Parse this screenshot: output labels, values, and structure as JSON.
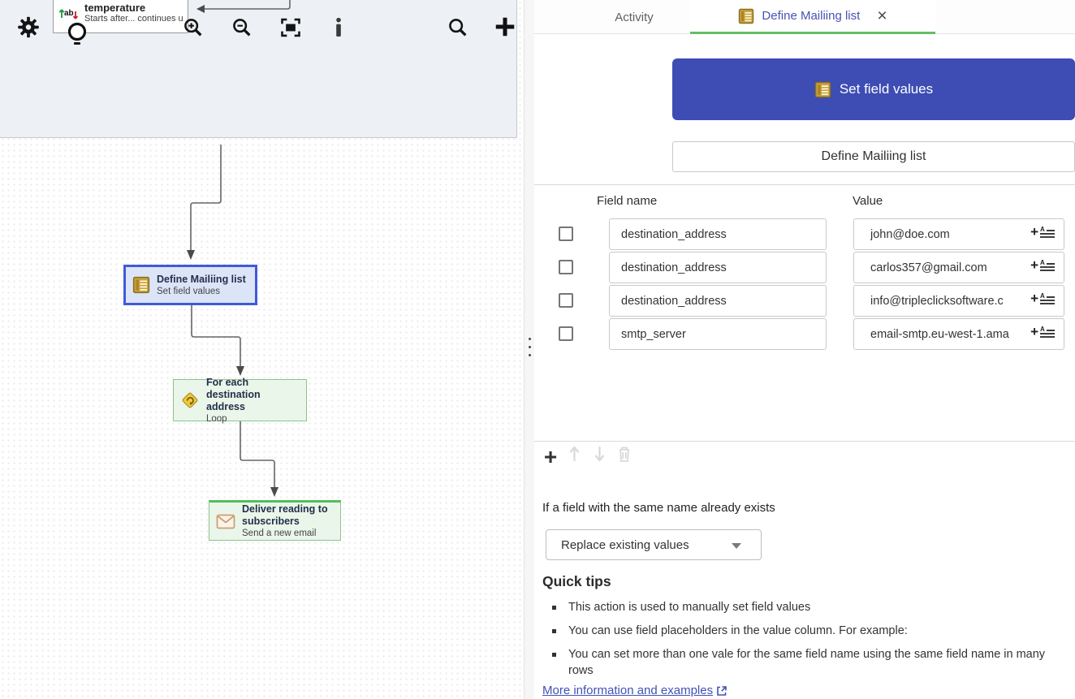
{
  "canvas": {
    "trigger_node": {
      "title": "temperature",
      "subtitle": "Starts after... continues u..."
    },
    "nodes": {
      "define": {
        "title": "Define Mailiing list",
        "subtitle": "Set field values"
      },
      "foreach": {
        "title": "For each destination address",
        "subtitle": "Loop"
      },
      "deliver": {
        "title": "Deliver reading to subscribers",
        "subtitle": "Send a new email"
      }
    }
  },
  "panel": {
    "tabs": {
      "activity": "Activity",
      "active": "Define Mailiing list"
    },
    "header_action": "Set field values",
    "name_value": "Define Mailiing list",
    "table": {
      "col_field": "Field name",
      "col_value": "Value",
      "rows": [
        {
          "field": "destination_address",
          "value": "john@doe.com"
        },
        {
          "field": "destination_address",
          "value": "carlos357@gmail.com"
        },
        {
          "field": "destination_address",
          "value": "info@tripleclicksoftware.c"
        },
        {
          "field": "smtp_server",
          "value": "email-smtp.eu-west-1.ama"
        }
      ]
    },
    "conflict": {
      "label": "If a field with the same name already exists",
      "selected": "Replace existing values"
    },
    "tips": {
      "title": "Quick tips",
      "items": [
        "This action is used to manually set field values",
        "You can use field placeholders in the value column. For example:",
        "You can set more than one vale for the same field name using the same field name in many rows"
      ],
      "more_link": "More information and examples"
    }
  },
  "colors": {
    "accent_indigo": "#3d4db4",
    "tab_active_text": "#4653b4",
    "tab_underline_green": "#63bf67",
    "selected_node_border": "#3f5bd5",
    "selected_node_bg": "#dce4f8",
    "green_node_bg": "#ebf6ea",
    "green_node_border": "#8cc48d",
    "link_color": "#3f51b5",
    "canvas_overlay_bg": "#edf1f6"
  }
}
